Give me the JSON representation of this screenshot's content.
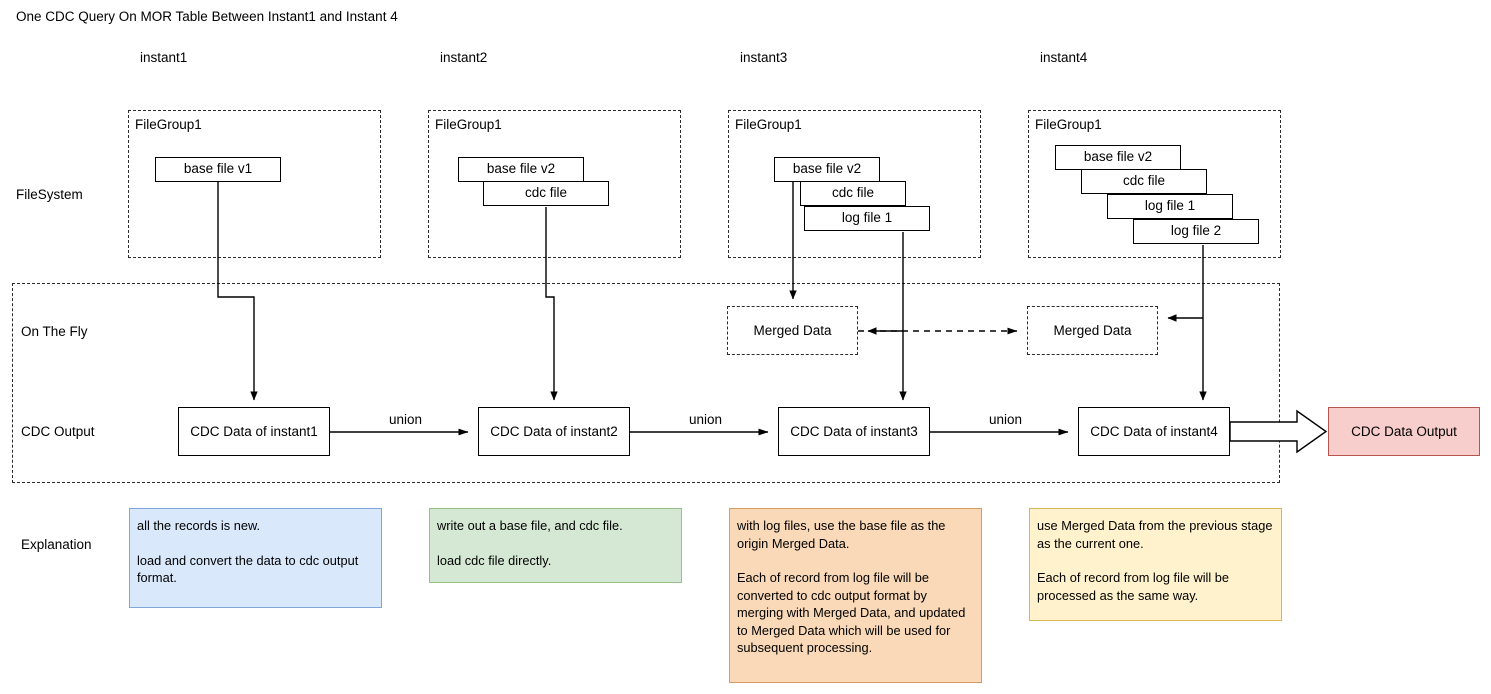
{
  "title": "One CDC Query On MOR Table Between Instant1 and Instant 4",
  "columns": [
    {
      "label": "instant1"
    },
    {
      "label": "instant2"
    },
    {
      "label": "instant3"
    },
    {
      "label": "instant4"
    }
  ],
  "row_labels": {
    "filesystem": "FileSystem",
    "on_the_fly": "On The Fly",
    "cdc_output": "CDC Output",
    "explanation": "Explanation"
  },
  "file_groups": [
    {
      "title": "FileGroup1",
      "files": [
        "base file v1"
      ]
    },
    {
      "title": "FileGroup1",
      "files": [
        "base file v2",
        "cdc file"
      ]
    },
    {
      "title": "FileGroup1",
      "files": [
        "base file v2",
        "cdc file",
        "log file 1"
      ]
    },
    {
      "title": "FileGroup1",
      "files": [
        "base file v2",
        "cdc file",
        "log file 1",
        "log file 2"
      ]
    }
  ],
  "merged_data": [
    {
      "label": "Merged Data"
    },
    {
      "label": "Merged Data"
    }
  ],
  "cdc_boxes": [
    {
      "label": "CDC Data of instant1"
    },
    {
      "label": "CDC Data of instant2"
    },
    {
      "label": "CDC Data of instant3"
    },
    {
      "label": "CDC Data of instant4"
    }
  ],
  "union_labels": [
    "union",
    "union",
    "union"
  ],
  "output_box": {
    "label": "CDC Data Output"
  },
  "explanations": [
    {
      "color": "blue",
      "paragraphs": [
        "all the records is new.",
        "load and convert the data to cdc output format."
      ]
    },
    {
      "color": "green",
      "paragraphs": [
        "write out a base file, and cdc file.",
        "load cdc file directly."
      ]
    },
    {
      "color": "orange",
      "paragraphs": [
        "with log files, use the base file as the origin Merged Data.",
        "Each of record from log file will be converted to cdc output format by merging with Merged Data, and updated to Merged Data which will be used for subsequent processing."
      ]
    },
    {
      "color": "yellow",
      "paragraphs": [
        "use Merged Data from the previous stage as the current one.",
        "Each of record from log file will be processed as the same way."
      ]
    }
  ],
  "colors": {
    "output_fill": "#f8cecc",
    "output_stroke": "#b85450",
    "note_blue_fill": "#dae8fc",
    "note_green_fill": "#d5e8d4",
    "note_orange_fill": "#fad9b8",
    "note_yellow_fill": "#fff2cc",
    "line": "#000000",
    "dashed": "#2b2b2b"
  }
}
